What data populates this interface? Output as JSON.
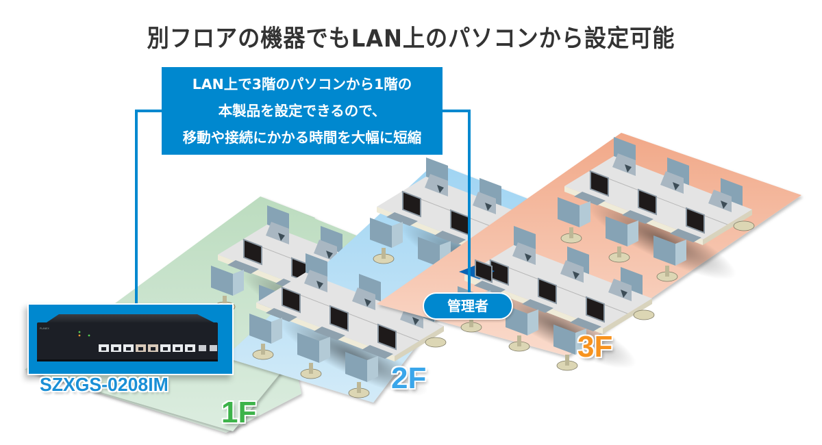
{
  "title": "別フロアの機器でもLAN上のパソコンから設定可能",
  "callout": {
    "lines": [
      "LAN上で3階のパソコンから1階の",
      "本製品を設定できるので、",
      "移動や接続にかかる時間を大幅に短縮"
    ]
  },
  "product": {
    "name": "SZXGS-0208IM",
    "front_panel": {
      "rj45_ports": 8,
      "sfp_ports": 2
    }
  },
  "floors": [
    {
      "label": "1F",
      "color": "#3db34a",
      "plane_color": "#c2dfc4",
      "desk_clusters": 1
    },
    {
      "label": "2F",
      "color": "#3aa6ea",
      "plane_color": "#a6d8f3",
      "desk_clusters": 2
    },
    {
      "label": "3F",
      "color": "#f7931e",
      "plane_color": "#f3ad8e",
      "desk_clusters": 2
    }
  ],
  "admin_label": "管理者",
  "colors": {
    "accent_blue": "#0088cf",
    "title_text": "#333333"
  }
}
